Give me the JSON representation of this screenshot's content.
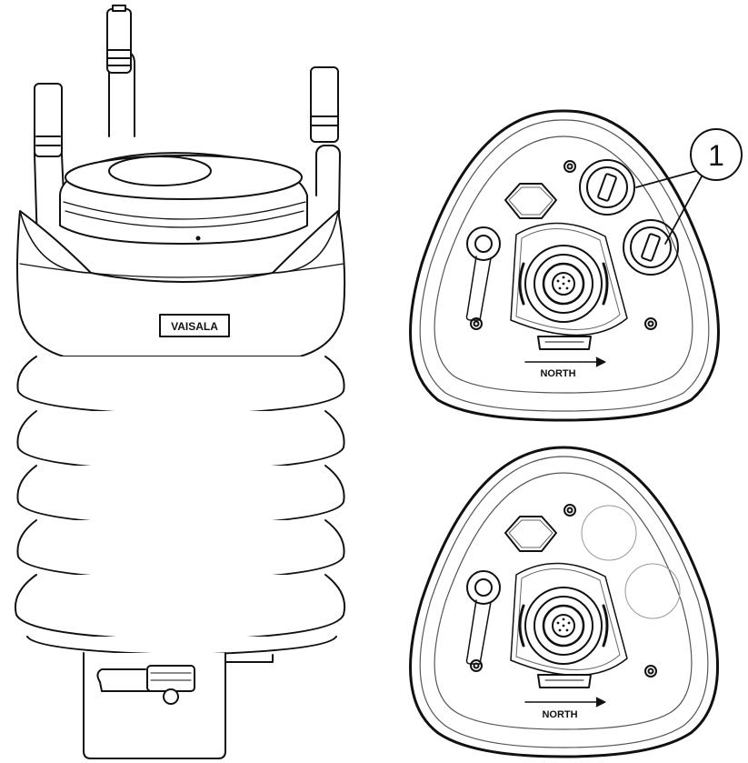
{
  "sensor": {
    "brand": "VAISALA"
  },
  "bottom_views": [
    {
      "direction_label": "NORTH"
    },
    {
      "direction_label": "NORTH"
    }
  ],
  "callout": {
    "number": "1"
  },
  "colors": {
    "line": "#111111",
    "face": "#ffffff",
    "inner_line": "#555555",
    "light_line": "#888888"
  }
}
